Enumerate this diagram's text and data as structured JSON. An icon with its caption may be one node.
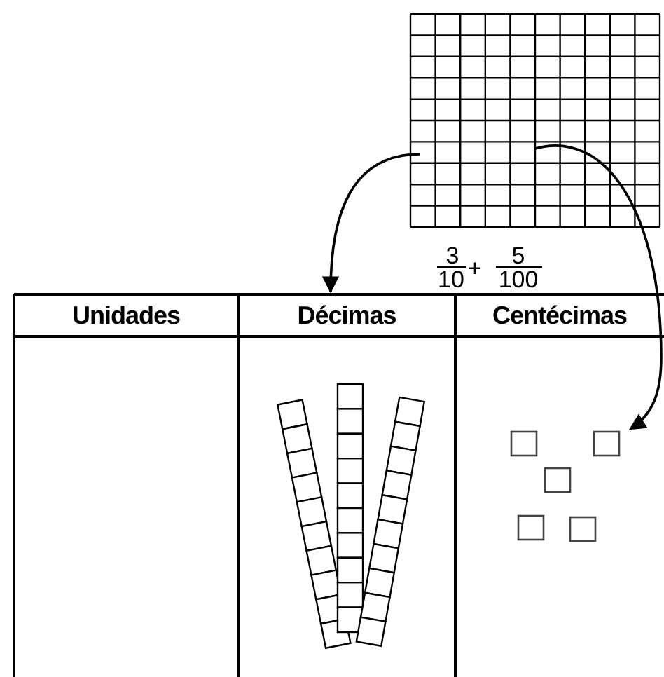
{
  "diagram": {
    "nodes": [
      {
        "text": [],
        "shape": "grid"
      },
      {
        "text": [
          "Unidades"
        ]
      },
      {
        "text": [
          "Décimas"
        ]
      },
      {
        "text": [
          "Centécimas"
        ]
      },
      {
        "text": [],
        "shape": "box"
      }
    ],
    "edges": [
      {
        "from": 0,
        "to": 2,
        "arrow": "to"
      },
      {
        "from": 0,
        "to": 4,
        "arrow": "to"
      }
    ],
    "labels": [
      "3",
      "10",
      "+",
      "5",
      "100"
    ]
  }
}
